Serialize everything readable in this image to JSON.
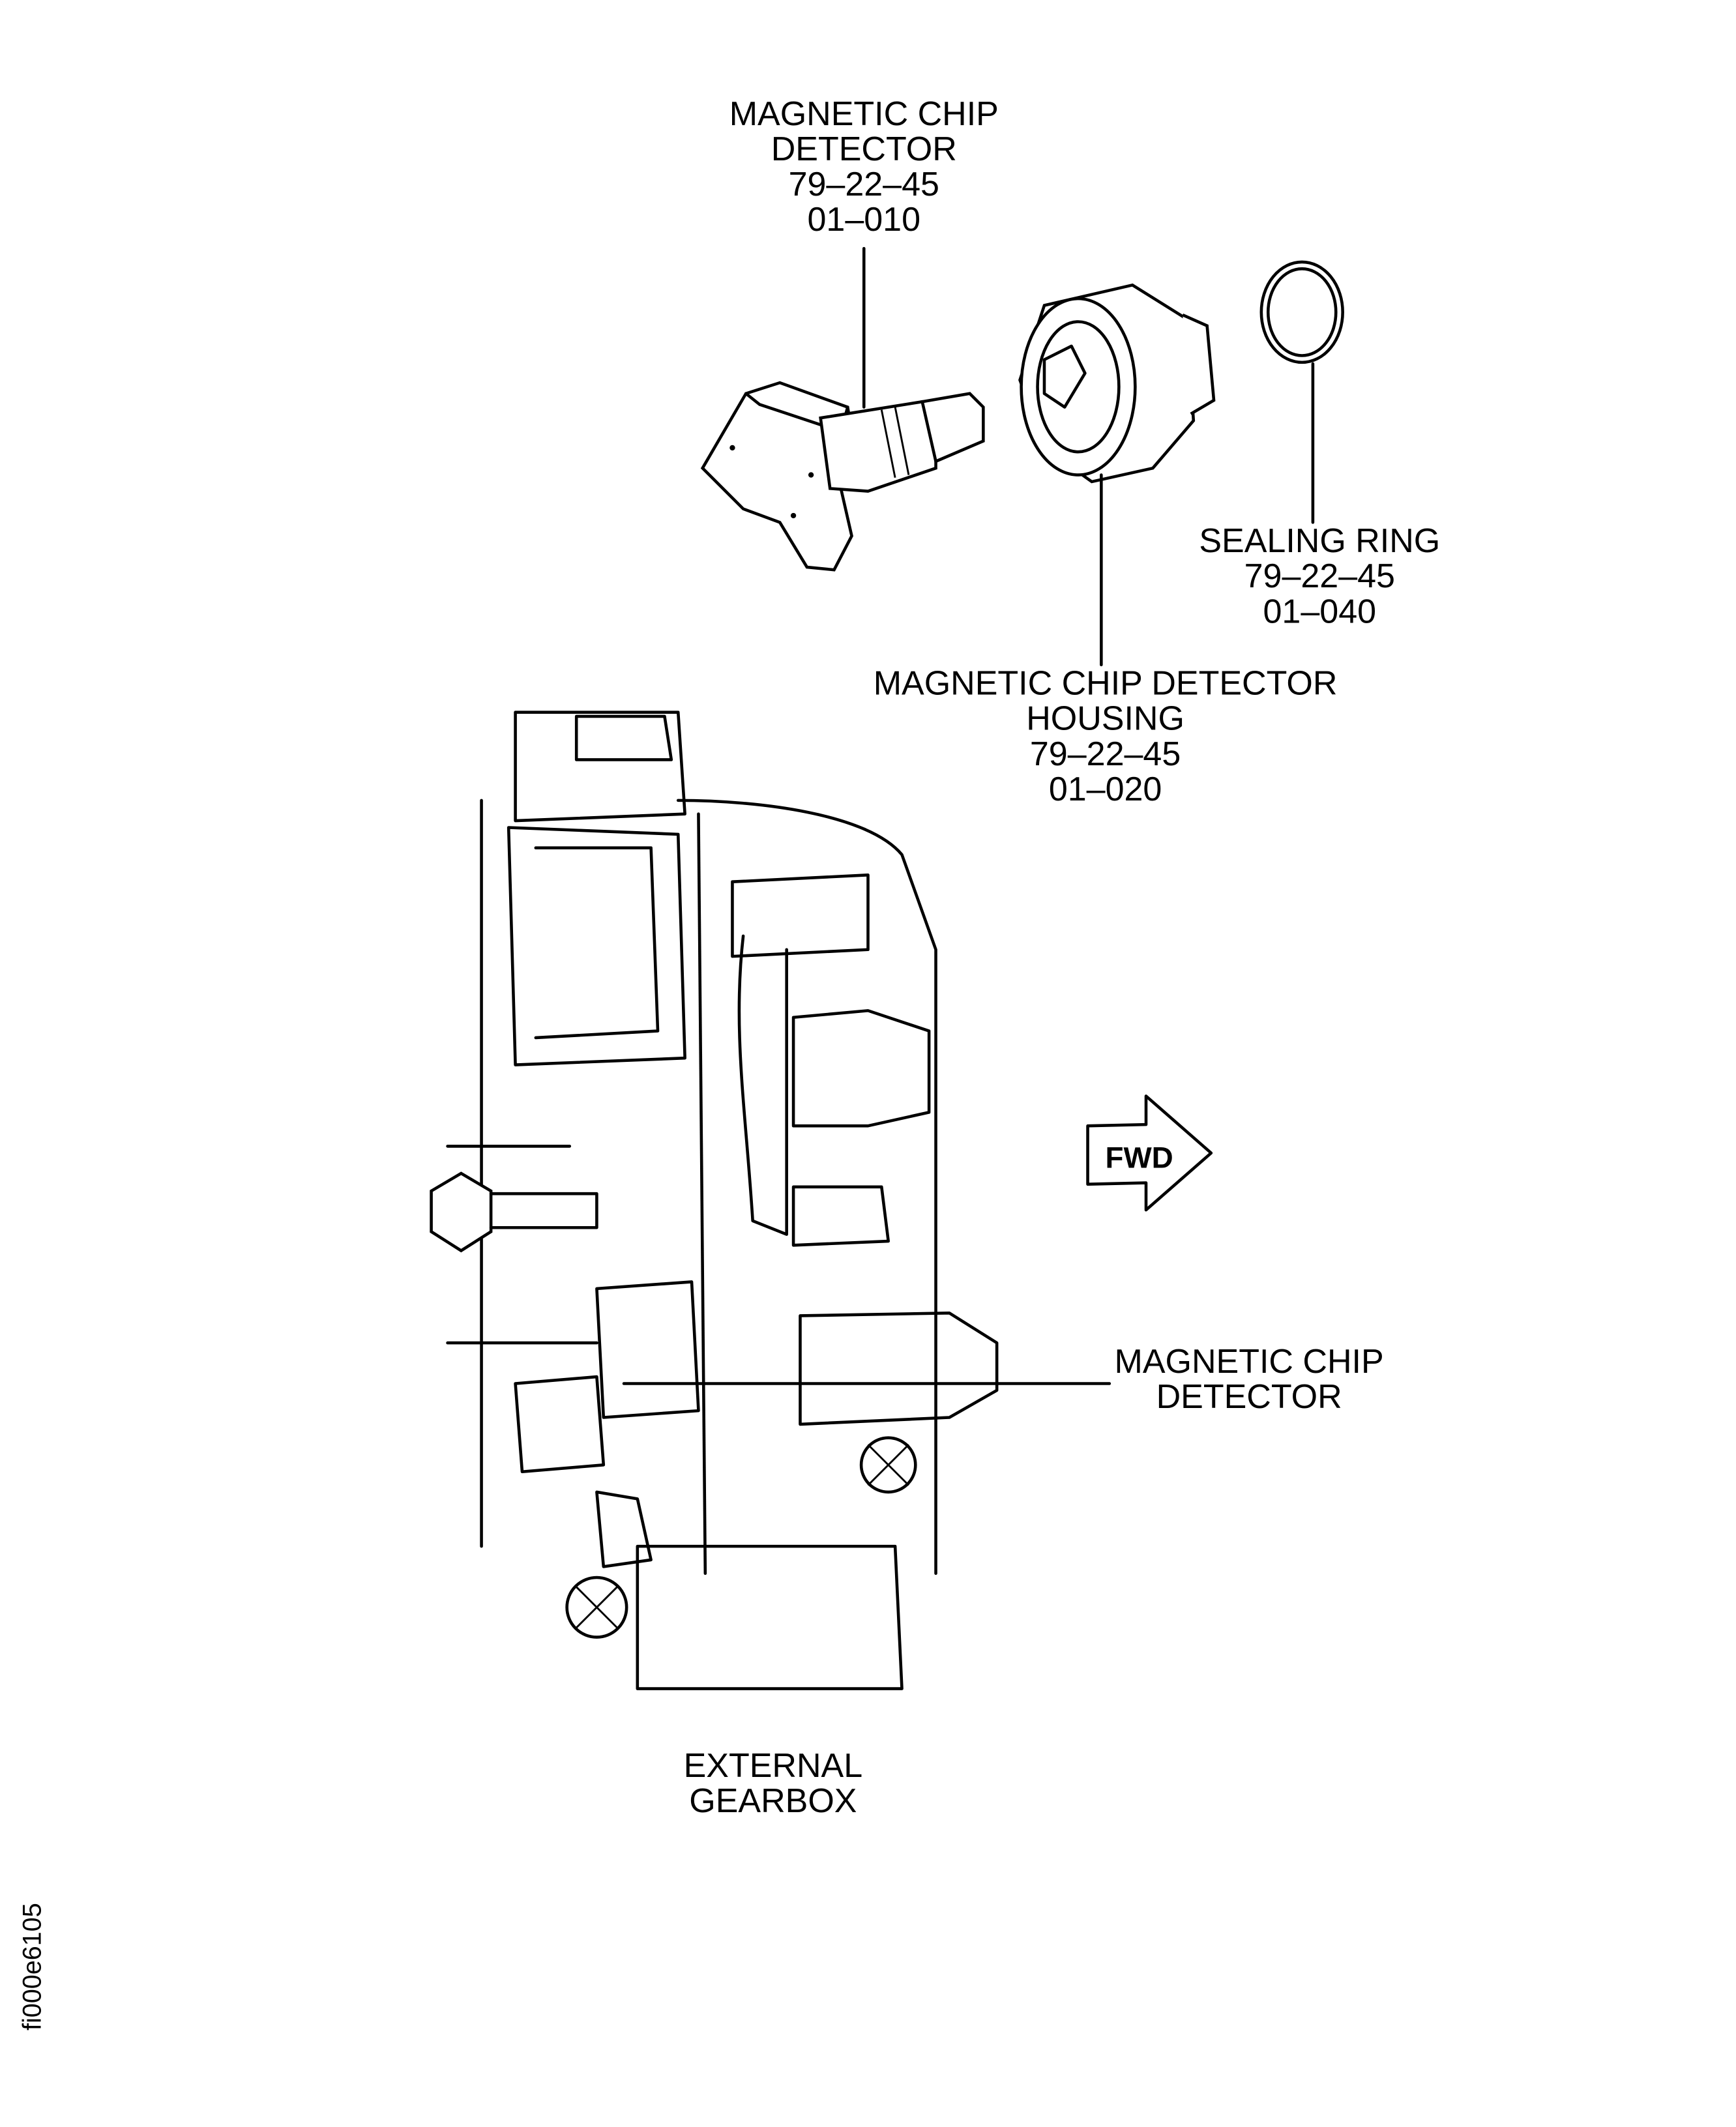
{
  "labels": {
    "chip_detector": [
      "MAGNETIC CHIP",
      "DETECTOR",
      "79–22–45",
      "01–010"
    ],
    "sealing_ring": [
      "SEALING RING",
      "79–22–45",
      "01–040"
    ],
    "housing": [
      "MAGNETIC CHIP DETECTOR",
      "HOUSING",
      "79–22–45",
      "01–020"
    ],
    "chip_detector_location": [
      "MAGNETIC CHIP",
      "DETECTOR"
    ],
    "gearbox": [
      "EXTERNAL",
      "GEARBOX"
    ],
    "fwd_arrow": "FWD",
    "figure_id": "fi000e6105"
  }
}
